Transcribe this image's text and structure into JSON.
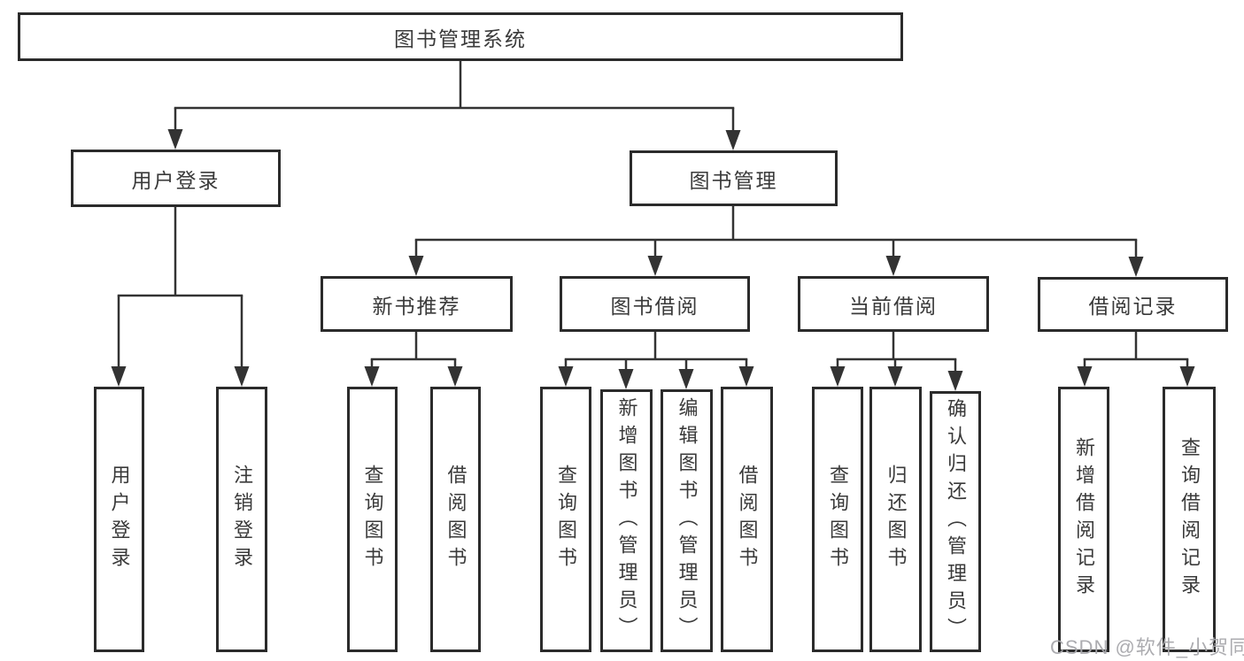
{
  "tree": {
    "root": {
      "label": "图书管理系统"
    },
    "branches": [
      {
        "label": "用户登录",
        "children": [
          {
            "label": "用户登录"
          },
          {
            "label": "注销登录"
          }
        ]
      },
      {
        "label": "图书管理",
        "children": [
          {
            "label": "新书推荐",
            "children": [
              {
                "label": "查询图书"
              },
              {
                "label": "借阅图书"
              }
            ]
          },
          {
            "label": "图书借阅",
            "children": [
              {
                "label": "查询图书"
              },
              {
                "label": "新增图书（管理员）"
              },
              {
                "label": "编辑图书（管理员）"
              },
              {
                "label": "借阅图书"
              }
            ]
          },
          {
            "label": "当前借阅",
            "children": [
              {
                "label": "查询图书"
              },
              {
                "label": "归还图书"
              },
              {
                "label": "确认归还（管理员）"
              }
            ]
          },
          {
            "label": "借阅记录",
            "children": [
              {
                "label": "新增借阅记录"
              },
              {
                "label": "查询借阅记录"
              }
            ]
          }
        ]
      }
    ]
  },
  "watermark": {
    "text": "CSDN @软件_小贺同学"
  },
  "colors": {
    "box_border": "#2b2b2b",
    "text": "#3a3a3a",
    "connector": "#333333",
    "watermark": "#a8a8ac",
    "background": "#ffffff"
  }
}
